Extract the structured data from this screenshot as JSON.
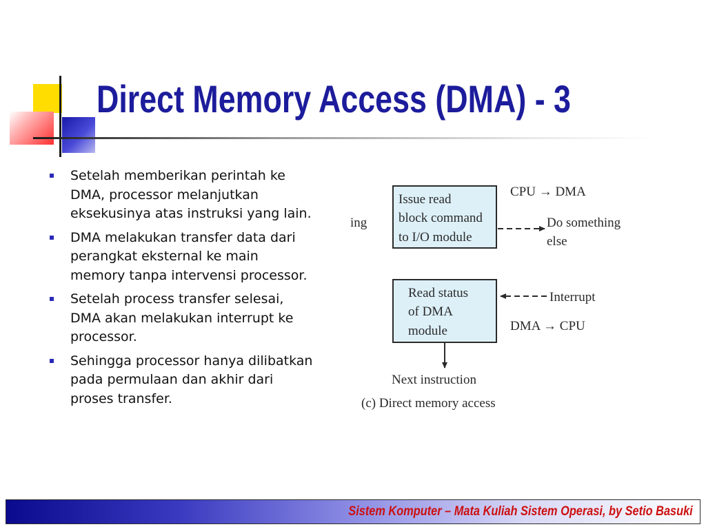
{
  "slide": {
    "title": "Direct Memory Access (DMA) - 3",
    "bullets": [
      "Setelah memberikan perintah ke DMA, processor melanjutkan eksekusinya atas instruksi yang lain.",
      "DMA melakukan transfer data dari perangkat eksternal ke main memory tanpa intervensi processor.",
      "Setelah process transfer selesai, DMA akan melakukan interrupt ke processor.",
      "Sehingga processor hanya dilibatkan pada permulaan dan akhir dari proses transfer."
    ],
    "footer": "Sistem Komputer – Mata Kuliah Sistem Operasi, by Setio Basuki"
  },
  "diagram": {
    "left_fragment": "ing",
    "box1": [
      "Issue read",
      "block command",
      "to I/O module"
    ],
    "cpu_to_dma": "CPU → DMA",
    "do_something": [
      "Do something",
      "else"
    ],
    "box2": [
      "Read status",
      "of DMA",
      "module"
    ],
    "interrupt": "Interrupt",
    "dma_to_cpu": "DMA → CPU",
    "next_instruction": "Next instruction",
    "caption": "(c) Direct memory access"
  },
  "colors": {
    "title": "#1c1c9c",
    "box_fill": "#ddf0f8",
    "footer_text": "#cc1010"
  }
}
